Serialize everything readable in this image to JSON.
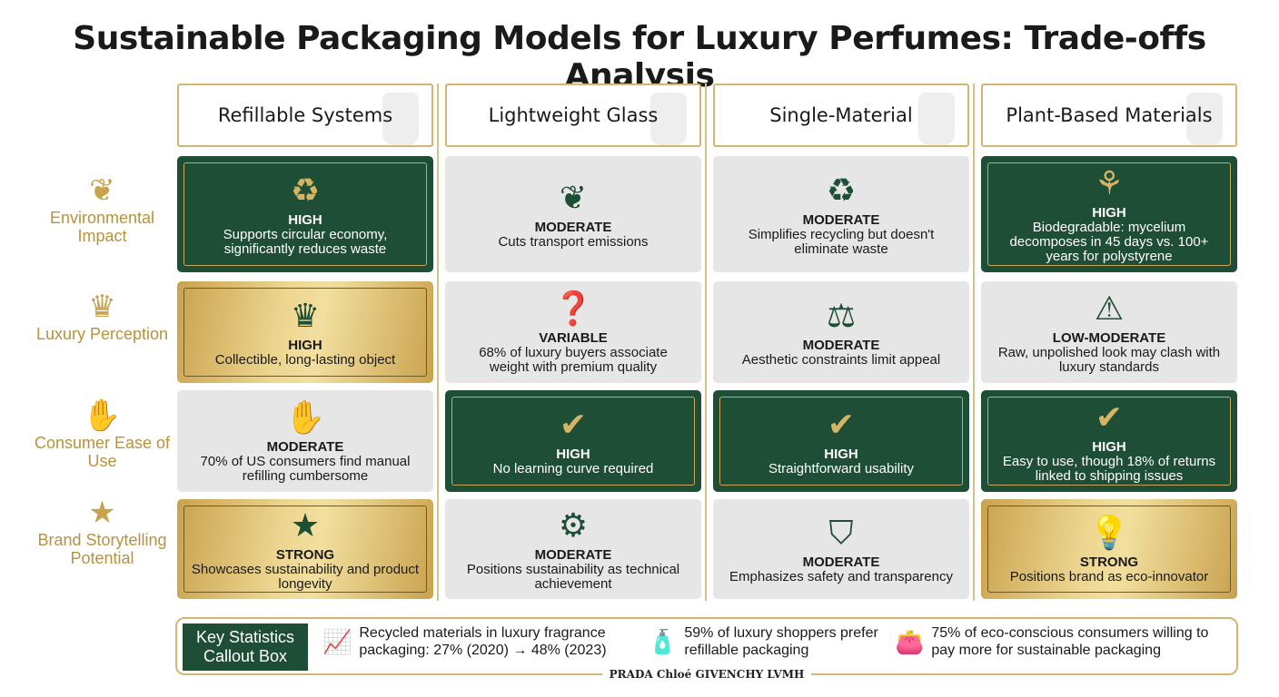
{
  "title": "Sustainable Packaging Models for Luxury Perfumes: Trade-offs Analysis",
  "columns": [
    "Refillable Systems",
    "Lightweight Glass",
    "Single-Material",
    "Plant-Based Materials"
  ],
  "rows": [
    {
      "label": "Environmental Impact",
      "icon": "leaf-icon",
      "glyph": "❦",
      "cells": [
        {
          "style": "green",
          "icon": "globe-recycle-icon",
          "glyph": "♻",
          "level": "HIGH",
          "desc": "Supports circular economy, significantly reduces waste"
        },
        {
          "style": "gray",
          "icon": "leaf-icon",
          "glyph": "❦",
          "level": "MODERATE",
          "desc": "Cuts transport emissions"
        },
        {
          "style": "gray",
          "icon": "recycle-icon",
          "glyph": "♻",
          "level": "MODERATE",
          "desc": "Simplifies recycling but doesn't eliminate waste"
        },
        {
          "style": "green",
          "icon": "sprout-icon",
          "glyph": "⚘",
          "level": "HIGH",
          "desc": "Biodegradable: mycelium decomposes in 45 days vs. 100+ years for polystyrene"
        }
      ]
    },
    {
      "label": "Luxury Perception",
      "icon": "crown-icon",
      "glyph": "♛",
      "cells": [
        {
          "style": "gold",
          "icon": "crown-icon",
          "glyph": "♛",
          "level": "HIGH",
          "desc": "Collectible, long-lasting object"
        },
        {
          "style": "gray",
          "icon": "question-icon",
          "glyph": "❓",
          "level": "VARIABLE",
          "desc": "68% of luxury buyers associate weight with premium quality"
        },
        {
          "style": "gray",
          "icon": "scale-icon",
          "glyph": "⚖",
          "level": "MODERATE",
          "desc": "Aesthetic constraints limit appeal"
        },
        {
          "style": "gray",
          "icon": "warning-icon",
          "glyph": "⚠",
          "level": "LOW-MODERATE",
          "desc": "Raw, unpolished look may clash with luxury standards"
        }
      ]
    },
    {
      "label": "Consumer Ease of Use",
      "icon": "hand-icon",
      "glyph": "✋",
      "cells": [
        {
          "style": "gray",
          "icon": "hand-bottle-icon",
          "glyph": "✋",
          "level": "MODERATE",
          "desc": "70% of US consumers find manual refilling cumbersome"
        },
        {
          "style": "green",
          "icon": "check-icon",
          "glyph": "✔",
          "level": "HIGH",
          "desc": "No learning curve required"
        },
        {
          "style": "green",
          "icon": "check-icon",
          "glyph": "✔",
          "level": "HIGH",
          "desc": "Straightforward usability"
        },
        {
          "style": "green",
          "icon": "check-icon",
          "glyph": "✔",
          "level": "HIGH",
          "desc": "Easy to use, though 18% of returns linked to shipping issues"
        }
      ]
    },
    {
      "label": "Brand Storytelling Potential",
      "icon": "star-icon",
      "glyph": "★",
      "cells": [
        {
          "style": "gold",
          "icon": "star-icon",
          "glyph": "★",
          "level": "STRONG",
          "desc": "Showcases sustainability and product longevity"
        },
        {
          "style": "gray",
          "icon": "gear-icon",
          "glyph": "⚙",
          "level": "MODERATE",
          "desc": "Positions sustainability as technical achievement"
        },
        {
          "style": "gray",
          "icon": "shield-icon",
          "glyph": "⛉",
          "level": "MODERATE",
          "desc": "Emphasizes safety and transparency"
        },
        {
          "style": "gold",
          "icon": "lightbulb-icon",
          "glyph": "💡",
          "level": "STRONG",
          "desc": "Positions brand as eco-innovator"
        }
      ]
    }
  ],
  "stats": {
    "title": "Key Statistics Callout Box",
    "items": [
      {
        "icon": "chart-up-icon",
        "glyph": "📈",
        "text": "Recycled materials in luxury fragrance packaging: 27% (2020) → 48% (2023)"
      },
      {
        "icon": "bottle-icon",
        "glyph": "🧴",
        "text": "59% of luxury shoppers prefer refillable packaging"
      },
      {
        "icon": "wallet-icon",
        "glyph": "👛",
        "text": "75% of eco-conscious consumers willing to pay more for sustainable packaging"
      }
    ],
    "brands": "PRADA  Chloé  GIVENCHY  LVMH"
  },
  "colors": {
    "green": "#1f4e36",
    "gold": "#c9a24e",
    "gray": "#e6e6e6"
  }
}
